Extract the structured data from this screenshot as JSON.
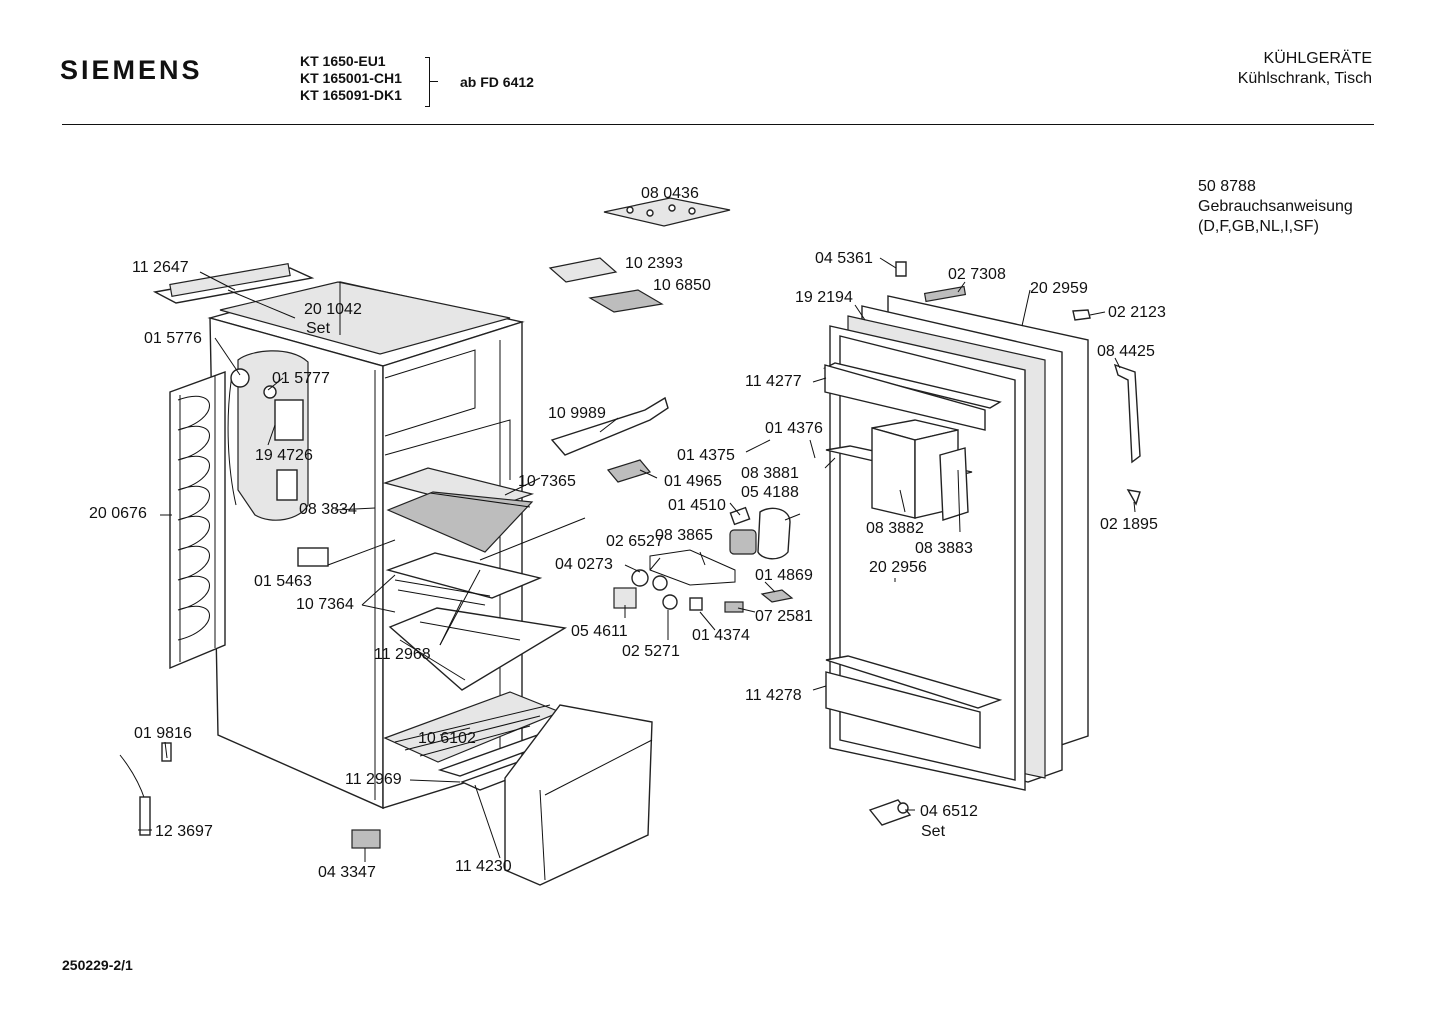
{
  "header": {
    "brand": "SIEMENS",
    "models": [
      "KT 1650-EU1",
      "KT 165001-CH1",
      "KT 165091-DK1"
    ],
    "since": "ab FD 6412",
    "category": "KÜHLGERÄTE",
    "subcategory": "Kühlschrank, Tisch"
  },
  "manual": {
    "number": "50 8788",
    "title": "Gebrauchsanweisung",
    "languages": "(D,F,GB,NL,I,SF)"
  },
  "footer": {
    "doc_id": "250229-2/1"
  },
  "parts": {
    "p080436": "08 0436",
    "p102393": "10 2393",
    "p106850": "10 6850",
    "p112647": "11 2647",
    "p201042": "20 1042",
    "set1": "Set",
    "p015776": "01 5776",
    "p015777": "01 5777",
    "p194726": "19 4726",
    "p200676": "20 0676",
    "p083834": "08 3834",
    "p015463": "01 5463",
    "p107364": "10 7364",
    "p112968": "11 2968",
    "p107365": "10 7365",
    "p109989": "10 9989",
    "p014965": "01 4965",
    "p014375": "01 4375",
    "p014376": "01 4376",
    "p014510": "01 4510",
    "p083881": "08 3881",
    "p054188": "05 4188",
    "p026527": "02 6527",
    "p083865": "08 3865",
    "p040273": "04 0273",
    "p014869": "01 4869",
    "p072581": "07 2581",
    "p054611": "05 4611",
    "p025271": "02 5271",
    "p014374": "01 4374",
    "p019816": "01 9816",
    "p123697": "12 3697",
    "p106102": "10 6102",
    "p112969": "11 2969",
    "p043347": "04 3347",
    "p114230": "11 4230",
    "p045361": "04 5361",
    "p027308": "02 7308",
    "p202959": "20 2959",
    "p192194": "19 2194",
    "p022123": "02 2123",
    "p084425": "08 4425",
    "p114277": "11 4277",
    "p021895": "02 1895",
    "p083882": "08 3882",
    "p083883": "08 3883",
    "p202956": "20 2956",
    "p114278": "11 4278",
    "p046512": "04 6512",
    "set2": "Set"
  }
}
